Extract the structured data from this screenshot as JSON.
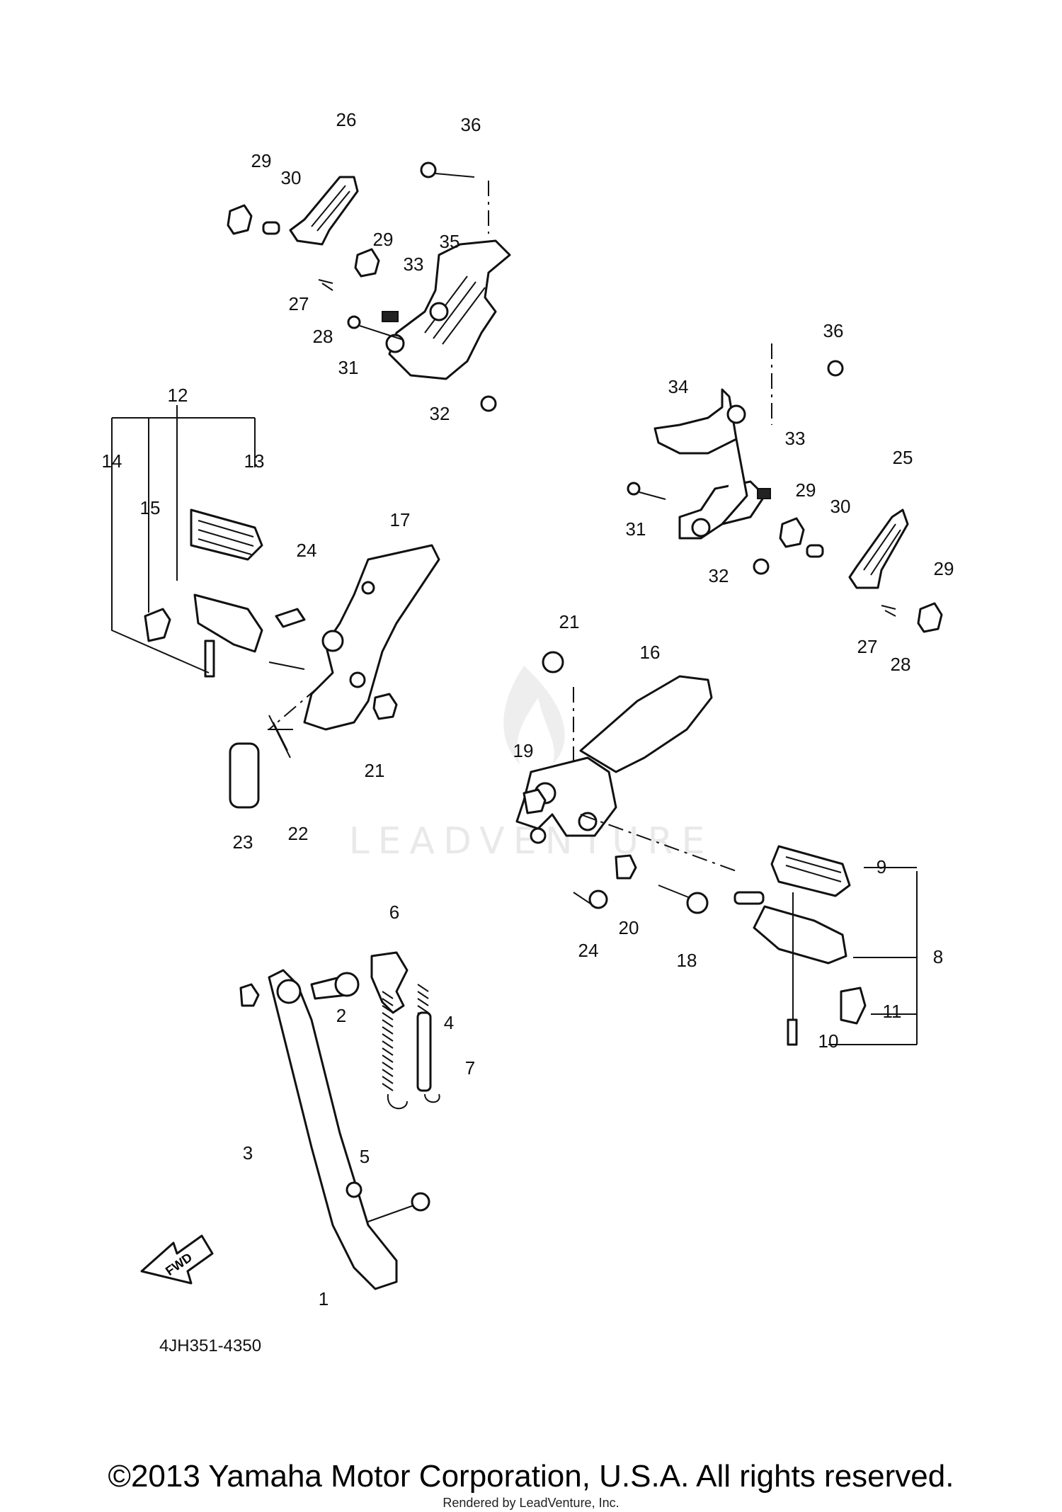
{
  "watermark": "LEADVENTURE",
  "drawing_code": "4JH351-4350",
  "fwd_label": "FWD",
  "footer": {
    "copyright": "©2013 Yamaha Motor Corporation, U.S.A. All rights reserved.",
    "rendered_by": "Rendered by LeadVenture, Inc."
  },
  "callouts": {
    "c1": "1",
    "c2": "2",
    "c3": "3",
    "c4": "4",
    "c5": "5",
    "c6": "6",
    "c7": "7",
    "c8": "8",
    "c9": "9",
    "c10": "10",
    "c11": "11",
    "c12": "12",
    "c13": "13",
    "c14": "14",
    "c15": "15",
    "c16": "16",
    "c17": "17",
    "c18": "18",
    "c19": "19",
    "c20": "20",
    "c21a": "21",
    "c21b": "21",
    "c22": "22",
    "c23": "23",
    "c24a": "24",
    "c24b": "24",
    "c25": "25",
    "c26": "26",
    "c27a": "27",
    "c27b": "27",
    "c28a": "28",
    "c28b": "28",
    "c29a": "29",
    "c29b": "29",
    "c29c": "29",
    "c29d": "29",
    "c30a": "30",
    "c30b": "30",
    "c31a": "31",
    "c31b": "31",
    "c32a": "32",
    "c32b": "32",
    "c33a": "33",
    "c33b": "33",
    "c34": "34",
    "c35": "35",
    "c36a": "36",
    "c36b": "36"
  }
}
